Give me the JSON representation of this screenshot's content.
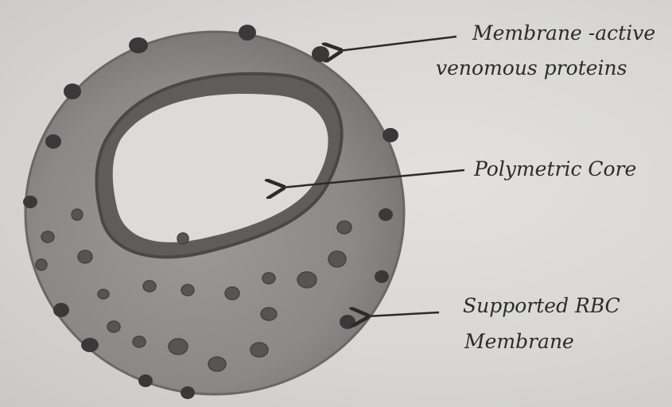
{
  "labels": {
    "membrane_proteins_line1": "Membrane -active",
    "membrane_proteins_line2": "venomous proteins",
    "core": "Polymetric Core",
    "rbc_line1": "Supported RBC",
    "rbc_line2": "Membrane"
  },
  "colors": {
    "paper": "#d9d8d6",
    "membrane_shell": "#8e8c8b",
    "inner_ring": "#5e5c5b",
    "core": "#dcdbd9",
    "protein": "#3a3838",
    "ink": "#2b2b2b"
  },
  "icons": {
    "protein": "dark-dot-icon",
    "arrow": "arrow-left-icon"
  }
}
